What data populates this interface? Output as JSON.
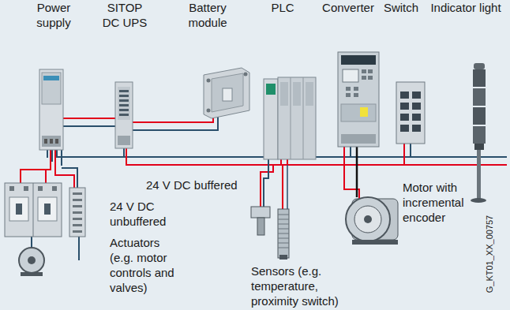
{
  "diagram": {
    "labels": [
      "Power supply",
      "SITOP DC UPS",
      "Battery module",
      "PLC",
      "Converter",
      "Switch",
      "Indicator light",
      "24 V DC buffered",
      "24 V DC unbuffered",
      "Actuators (e.g. motor controls and valves)",
      "Sensors (e.g. temperature, proximity switch)",
      "Motor with incremental encoder",
      "G_KT01_XX_00757"
    ]
  }
}
